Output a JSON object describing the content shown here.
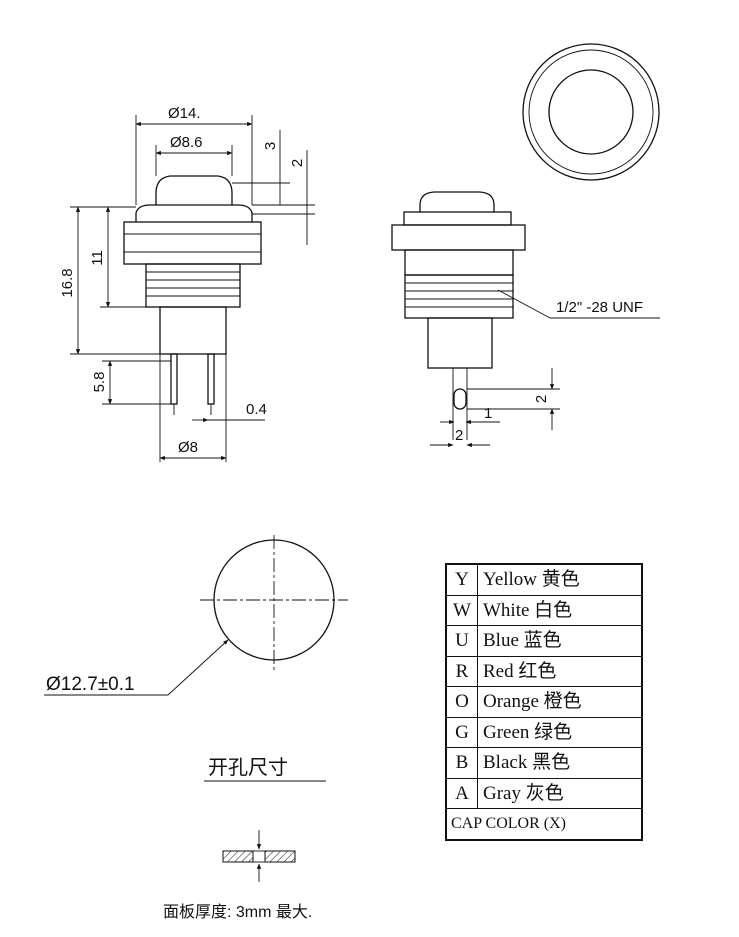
{
  "dimensions": {
    "cap_outer": "Ø14.",
    "cap_inner": "Ø8.6",
    "cap_height": "3",
    "cap_step": "2",
    "total_height": "16.8",
    "body_height": "11",
    "terminal_length": "5.8",
    "terminal_thickness": "0.4",
    "base_diameter": "Ø8",
    "thread": "1/2\" -28 UNF",
    "terminal_slot_height": "2",
    "terminal_width": "1",
    "terminal_spacing": "2",
    "panel_hole": "Ø12.7±0.1"
  },
  "panel_hole_caption": "开孔尺寸",
  "panel_thickness_note": "面板厚度: 3mm 最大.",
  "color_table": {
    "rows": [
      {
        "code": "Y",
        "name": "Yellow 黄色"
      },
      {
        "code": "W",
        "name": "White 白色"
      },
      {
        "code": "U",
        "name": "Blue  蓝色"
      },
      {
        "code": "R",
        "name": "Red  红色"
      },
      {
        "code": "O",
        "name": "Orange 橙色"
      },
      {
        "code": "G",
        "name": "Green  绿色"
      },
      {
        "code": "B",
        "name": "Black  黑色"
      },
      {
        "code": "A",
        "name": "Gray  灰色"
      }
    ],
    "footer": "CAP COLOR (X)"
  }
}
